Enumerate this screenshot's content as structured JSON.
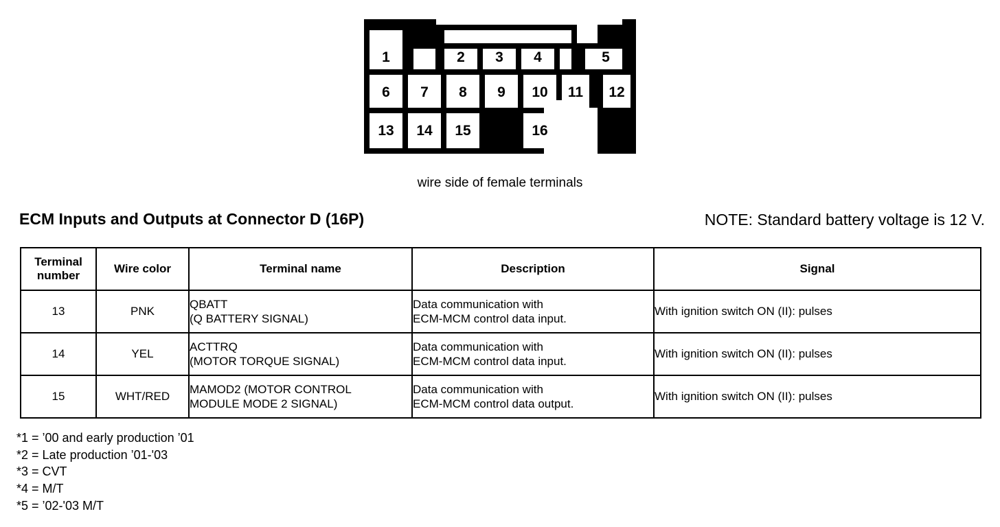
{
  "connector": {
    "caption": "wire side of female terminals",
    "pins": [
      {
        "label": "1",
        "col": 0,
        "row": 0
      },
      {
        "label": "2",
        "col": 2,
        "row": 0
      },
      {
        "label": "3",
        "col": 3,
        "row": 0
      },
      {
        "label": "4",
        "col": 4,
        "row": 0
      },
      {
        "label": "5",
        "col": 6,
        "row": 0
      },
      {
        "label": "6",
        "col": 0,
        "row": 1
      },
      {
        "label": "7",
        "col": 1,
        "row": 1
      },
      {
        "label": "8",
        "col": 2,
        "row": 1
      },
      {
        "label": "9",
        "col": 3,
        "row": 1
      },
      {
        "label": "10",
        "col": 4,
        "row": 1
      },
      {
        "label": "11",
        "col": 5,
        "row": 1
      },
      {
        "label": "12",
        "col": 6,
        "row": 1
      },
      {
        "label": "13",
        "col": 0,
        "row": 2
      },
      {
        "label": "14",
        "col": 1,
        "row": 2
      },
      {
        "label": "15",
        "col": 2,
        "row": 2
      },
      {
        "label": "16",
        "col": 4,
        "row": 2
      }
    ]
  },
  "heading": {
    "title": "ECM Inputs and Outputs at Connector D (16P)",
    "note": "NOTE: Standard battery voltage is 12 V."
  },
  "table": {
    "columns": [
      "Terminal\nnumber",
      "Wire color",
      "Terminal name",
      "Description",
      "Signal"
    ],
    "columns_display": {
      "terminal_number_line1": "Terminal",
      "terminal_number_line2": "number",
      "wire_color": "Wire color",
      "terminal_name": "Terminal name",
      "description": "Description",
      "signal": "Signal"
    },
    "rows": [
      {
        "terminal_number": "13",
        "wire_color": "PNK",
        "terminal_name_line1": "QBATT",
        "terminal_name_line2": "(Q BATTERY SIGNAL)",
        "description_line1": "Data communication with",
        "description_line2": "ECM-MCM control data input.",
        "signal_line1": "With ignition switch ON (II): pulses",
        "signal_line2": ""
      },
      {
        "terminal_number": "14",
        "wire_color": "YEL",
        "terminal_name_line1": "ACTTRQ",
        "terminal_name_line2": "(MOTOR TORQUE SIGNAL)",
        "description_line1": "Data communication with",
        "description_line2": "ECM-MCM control data input.",
        "signal_line1": "With ignition switch ON (II): pulses",
        "signal_line2": ""
      },
      {
        "terminal_number": "15",
        "wire_color": "WHT/RED",
        "terminal_name_line1": "MAMOD2 (MOTOR CONTROL",
        "terminal_name_line2": "MODULE MODE 2 SIGNAL)",
        "description_line1": "Data communication with",
        "description_line2": "ECM-MCM control data output.",
        "signal_line1": "With ignition switch ON (II): pulses",
        "signal_line2": ""
      }
    ]
  },
  "footnotes": [
    "*1 = ’00 and early production ’01",
    "*2 = Late production ’01-'03",
    "*3 = CVT",
    "*4 = M/T",
    "*5 = ’02-'03 M/T"
  ],
  "colors": {
    "ink": "#000000",
    "paper": "#ffffff"
  }
}
